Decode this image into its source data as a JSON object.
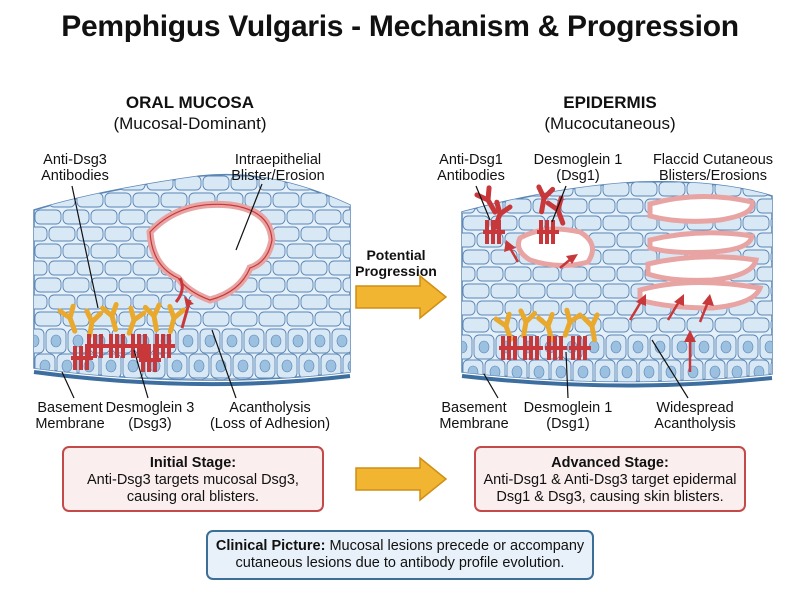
{
  "title": "Pemphigus Vulgaris - Mechanism & Progression",
  "left_panel": {
    "heading": "ORAL MUCOSA",
    "subheading": "(Mucosal-Dominant)",
    "labels": {
      "antibodies": [
        "Anti-Dsg3",
        "Antibodies"
      ],
      "blister": [
        "Intraepithelial",
        "Blister/Erosion"
      ],
      "basement": [
        "Basement",
        "Membrane"
      ],
      "desmoglein": [
        "Desmoglein 3",
        "(Dsg3)"
      ],
      "acantholysis": [
        "Acantholysis",
        "(Loss of Adhesion)"
      ]
    }
  },
  "right_panel": {
    "heading": "EPIDERMIS",
    "subheading": "(Mucocutaneous)",
    "labels": {
      "antibodies": [
        "Anti-Dsg1",
        "Antibodies"
      ],
      "desmoglein_top": [
        "Desmoglein 1",
        "(Dsg1)"
      ],
      "blisters": [
        "Flaccid Cutaneous",
        "Blisters/Erosions"
      ],
      "basement": [
        "Basement",
        "Membrane"
      ],
      "desmoglein_bottom": [
        "Desmoglein 1",
        "(Dsg1)"
      ],
      "acantholysis": [
        "Widespread",
        "Acantholysis"
      ]
    }
  },
  "progression_label": [
    "Potential",
    "Progression"
  ],
  "initial_stage": {
    "title": "Initial Stage:",
    "lines": [
      "Anti-Dsg3 targets mucosal Dsg3,",
      "causing oral blisters."
    ]
  },
  "advanced_stage": {
    "title": "Advanced Stage:",
    "lines": [
      "Anti-Dsg1 & Anti-Dsg3 target epidermal",
      "Dsg1 & Dsg3, causing skin blisters."
    ]
  },
  "clinical": {
    "bold": "Clinical Picture:",
    "line1": " Mucosal lesions precede or accompany",
    "line2": "cutaneous lesions due to antibody profile evolution."
  },
  "colors": {
    "cell_fill": "#d9e8f5",
    "cell_stroke": "#5a86b5",
    "nucleus": "#9cc0e0",
    "blister_rim": "#e89a9a",
    "desmoglein": "#c8383a",
    "antibody": "#e8a92e",
    "arrow": "#f0b030",
    "basement": "#3d6ea0"
  }
}
